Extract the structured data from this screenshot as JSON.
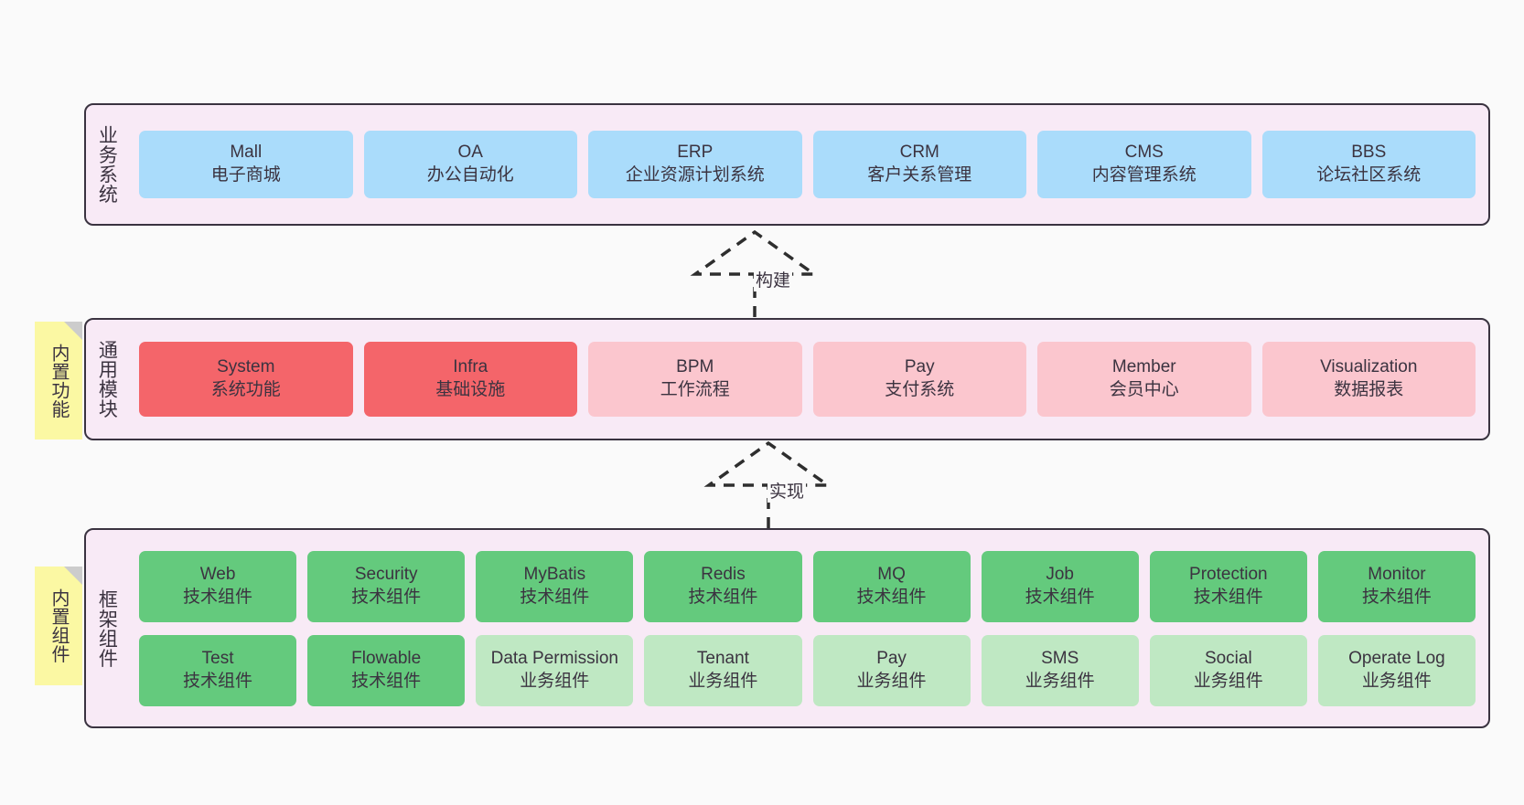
{
  "diagram": {
    "background": "#fafafa",
    "layer_fill": "#f8eaf6",
    "layer_border": "#3a3340"
  },
  "layers": [
    {
      "id": "business",
      "title": "业务系统",
      "rows": [
        {
          "cards": [
            {
              "name": "Mall",
              "sub": "电子商城",
              "color": "blue"
            },
            {
              "name": "OA",
              "sub": "办公自动化",
              "color": "blue"
            },
            {
              "name": "ERP",
              "sub": "企业资源计划系统",
              "color": "blue"
            },
            {
              "name": "CRM",
              "sub": "客户关系管理",
              "color": "blue"
            },
            {
              "name": "CMS",
              "sub": "内容管理系统",
              "color": "blue"
            },
            {
              "name": "BBS",
              "sub": "论坛社区系统",
              "color": "blue"
            }
          ]
        }
      ]
    },
    {
      "id": "common",
      "title": "通用模块",
      "note": "内置功能",
      "rows": [
        {
          "cards": [
            {
              "name": "System",
              "sub": "系统功能",
              "color": "red"
            },
            {
              "name": "Infra",
              "sub": "基础设施",
              "color": "red"
            },
            {
              "name": "BPM",
              "sub": "工作流程",
              "color": "pink"
            },
            {
              "name": "Pay",
              "sub": "支付系统",
              "color": "pink"
            },
            {
              "name": "Member",
              "sub": "会员中心",
              "color": "pink"
            },
            {
              "name": "Visualization",
              "sub": "数据报表",
              "color": "pink"
            }
          ]
        }
      ]
    },
    {
      "id": "framework",
      "title": "框架组件",
      "note": "内置组件",
      "rows": [
        {
          "cards": [
            {
              "name": "Web",
              "sub": "技术组件",
              "color": "green"
            },
            {
              "name": "Security",
              "sub": "技术组件",
              "color": "green"
            },
            {
              "name": "MyBatis",
              "sub": "技术组件",
              "color": "green"
            },
            {
              "name": "Redis",
              "sub": "技术组件",
              "color": "green"
            },
            {
              "name": "MQ",
              "sub": "技术组件",
              "color": "green"
            },
            {
              "name": "Job",
              "sub": "技术组件",
              "color": "green"
            },
            {
              "name": "Protection",
              "sub": "技术组件",
              "color": "green"
            },
            {
              "name": "Monitor",
              "sub": "技术组件",
              "color": "green"
            }
          ]
        },
        {
          "cards": [
            {
              "name": "Test",
              "sub": "技术组件",
              "color": "green"
            },
            {
              "name": "Flowable",
              "sub": "技术组件",
              "color": "green"
            },
            {
              "name": "Data Permission",
              "sub": "业务组件",
              "color": "lightgreen"
            },
            {
              "name": "Tenant",
              "sub": "业务组件",
              "color": "lightgreen"
            },
            {
              "name": "Pay",
              "sub": "业务组件",
              "color": "lightgreen"
            },
            {
              "name": "SMS",
              "sub": "业务组件",
              "color": "lightgreen"
            },
            {
              "name": "Social",
              "sub": "业务组件",
              "color": "lightgreen"
            },
            {
              "name": "Operate Log",
              "sub": "业务组件",
              "color": "lightgreen"
            }
          ]
        }
      ]
    }
  ],
  "connectors": [
    {
      "id": "build",
      "label": "构建",
      "style": "dashed-hollow-triangle-up"
    },
    {
      "id": "realize",
      "label": "实现",
      "style": "dashed-hollow-triangle-up"
    }
  ],
  "colors": {
    "blue": "#aadcfb",
    "red": "#f4656a",
    "pink": "#fbc6ce",
    "green": "#64ca7d",
    "lightgreen": "#bfe8c3",
    "note": "#fbf8a3",
    "note_fold": "#cccccc"
  }
}
